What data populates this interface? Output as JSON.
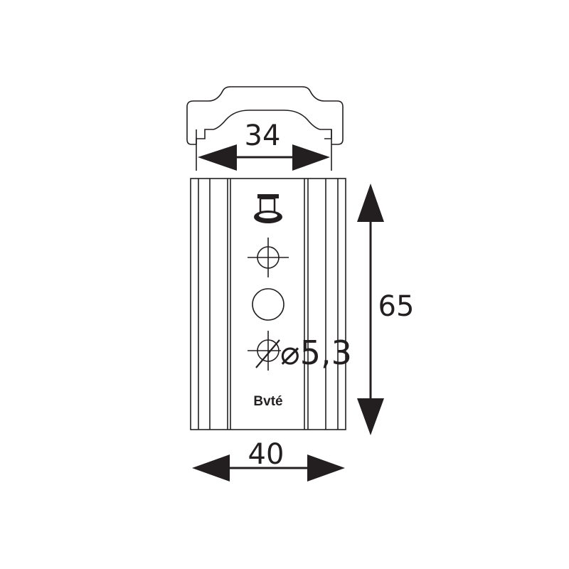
{
  "drawing": {
    "dimensions": {
      "inner_width": "34",
      "height": "65",
      "hole_diameter": "⌀5,3",
      "outer_width": "40"
    },
    "brand_mark": "Bvté",
    "icons": [
      "rail-profile",
      "castle-tower-icon",
      "crosshair-hole-icon",
      "circle-hole-icon",
      "diameter-hole-icon"
    ]
  }
}
